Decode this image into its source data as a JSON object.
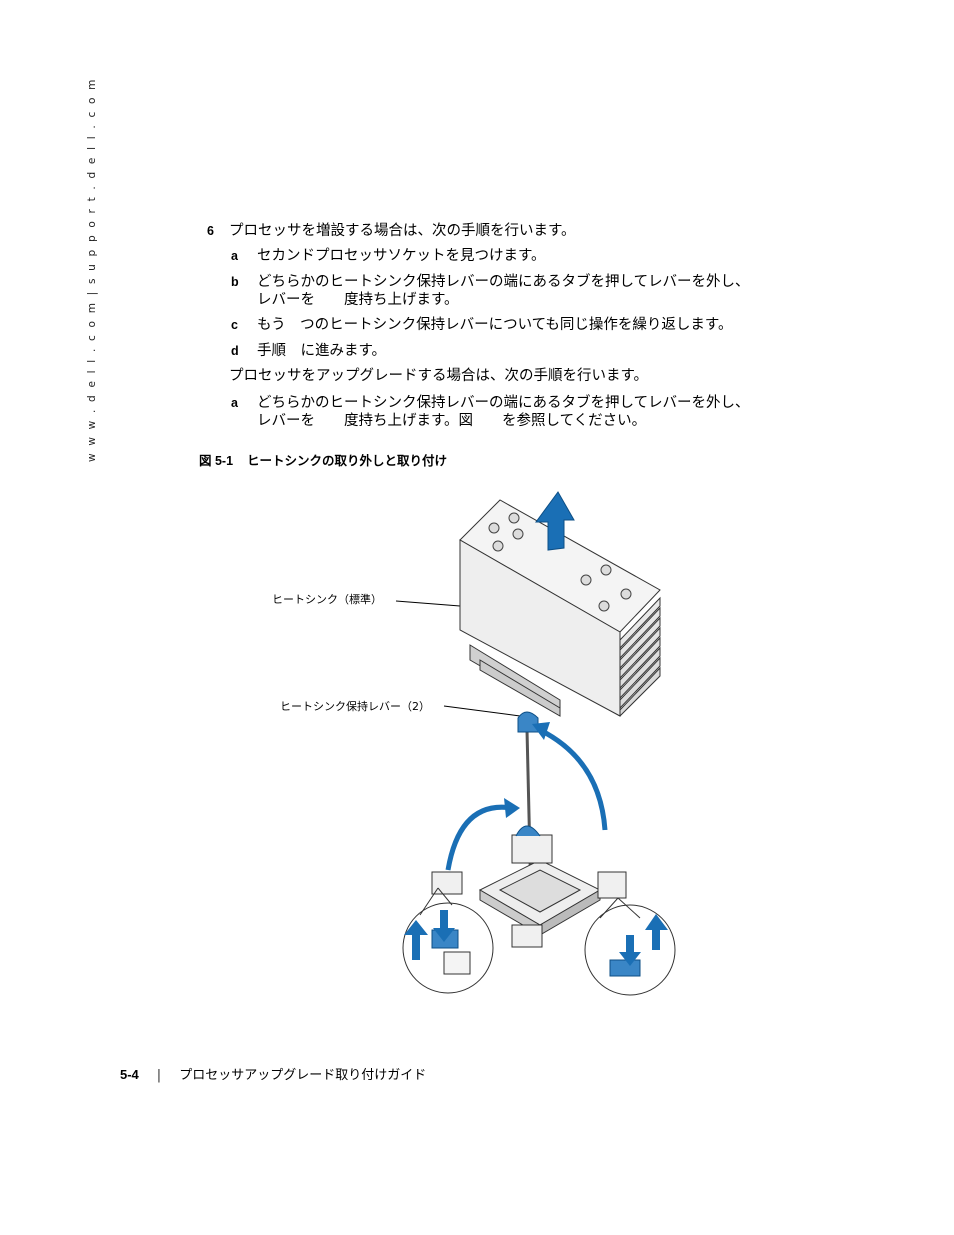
{
  "side_url": "w w w . d e l l . c o m  |  s u p p o r t . d e l l . c o m",
  "steps": {
    "step6_num": "6",
    "step6_text": "プロセッサを増設する場合は、次の手順を行います。",
    "a1_marker": "a",
    "a1_text": "セカンドプロセッサソケットを見つけます。",
    "b_marker": "b",
    "b_text_line1": "どちらかのヒートシンク保持レバーの端にあるタブを押してレバーを外し、",
    "b_text_line2": "レバーを　　度持ち上げます。",
    "c_marker": "c",
    "c_text": "もう　つのヒートシンク保持レバーについても同じ操作を繰り返します。",
    "d_marker": "d",
    "d_text": "手順　に進みます。",
    "upgrade_intro": "プロセッサをアップグレードする場合は、次の手順を行います。",
    "a2_marker": "a",
    "a2_text_line1": "どちらかのヒートシンク保持レバーの端にあるタブを押してレバーを外し、",
    "a2_text_line2": "レバーを　　度持ち上げます。図　　を参照してください。"
  },
  "figure": {
    "number": "図 5-1",
    "title": "ヒートシンクの取り外しと取り付け",
    "callout_heatsink": "ヒートシンク（標準）",
    "callout_lever": "ヒートシンク保持レバー（2）"
  },
  "footer": {
    "page_number": "5-4",
    "separator": "|",
    "guide_title": "プロセッサアップグレード取り付けガイド"
  },
  "colors": {
    "accent_blue": "#1a6fb5",
    "text": "#000000"
  }
}
